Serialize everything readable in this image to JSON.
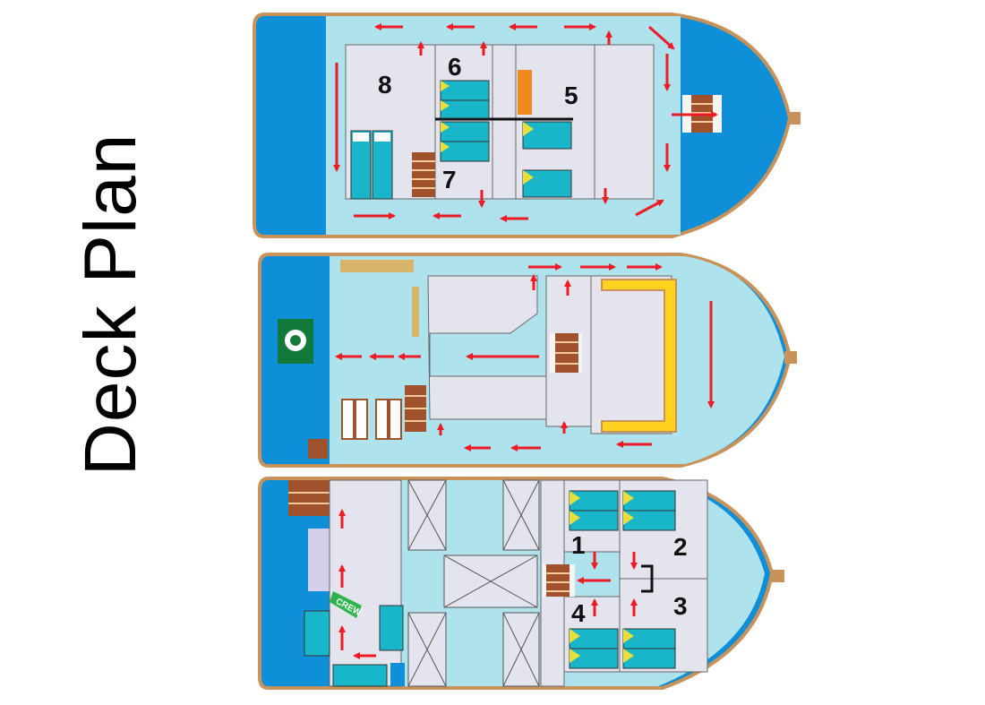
{
  "title": "Deck Plan",
  "cabins": {
    "c1": "1",
    "c2": "2",
    "c3": "3",
    "c4": "4",
    "c5": "5",
    "c6": "6",
    "c7": "7",
    "c8": "8"
  },
  "crew_sign": "CREW",
  "colors": {
    "deck_fill": "#aee3ee",
    "outer_blue": "#0f8fd8",
    "hull_outline": "#c8925a",
    "room_fill": "#e4e4ee",
    "bunk_fill": "#19b5c8",
    "pillow_fill": "#e8df3a",
    "stair_fill": "#a0522d",
    "arrow_red": "#ee1b24",
    "bench_yellow": "#ffd21e",
    "emergency_green": "#117a3a"
  },
  "icons": [
    "emergency-exit-icon",
    "stair-icon",
    "life-raft-icon",
    "evacuation-arrow-icon",
    "wc-icon"
  ]
}
